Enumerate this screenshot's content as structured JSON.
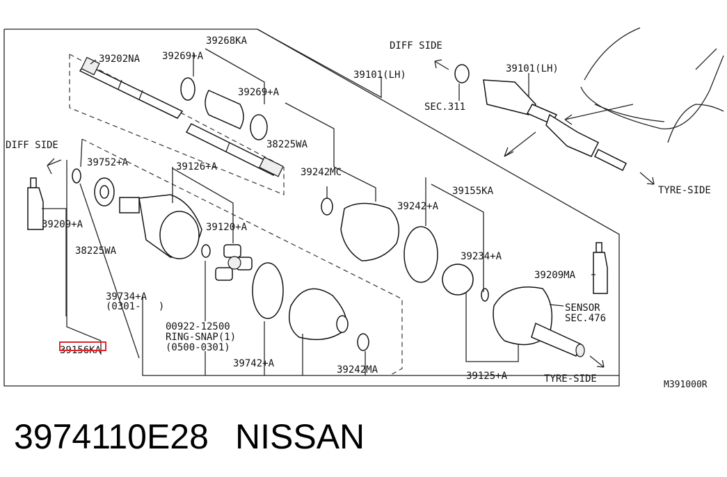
{
  "diagram": {
    "labels": {
      "p39202NA": "39202NA",
      "p39268KA": "39268KA",
      "p39269A_1": "39269+A",
      "p39269A_2": "39269+A",
      "p39101LH_1": "39101(LH)",
      "p39101LH_2": "39101(LH)",
      "diff_side_1": "DIFF SIDE",
      "diff_side_2": "DIFF SIDE",
      "sec311": "SEC.311",
      "p38225WA_1": "38225WA",
      "p38225WA_2": "38225WA",
      "p39752A": "39752+A",
      "p39126A": "39126+A",
      "p39242MC": "39242MC",
      "p39155KA": "39155KA",
      "p39242A": "39242+A",
      "p39209A": "39209+A",
      "p39120A": "39120+A",
      "p39234A": "39234+A",
      "p39209MA": "39209MA",
      "p39734A": "39734+A",
      "p39734A_range": "(0301-   )",
      "sensor": "SENSOR",
      "sec476": "SEC.476",
      "p00922": "00922-12500",
      "ring_snap": "RING-SNAP(1)",
      "ring_snap_range": "(0500-0301)",
      "p39156KA": "39156KA",
      "p39742A": "39742+A",
      "p39242MA": "39242MA",
      "p39125A": "39125+A",
      "tyre_side_1": "TYRE-SIDE",
      "tyre_side_2": "TYRE-SIDE",
      "figure_code": "M391000R"
    },
    "highlight_color": "#e0242b"
  },
  "caption": {
    "part_number": "3974110E28",
    "brand": "NISSAN"
  }
}
